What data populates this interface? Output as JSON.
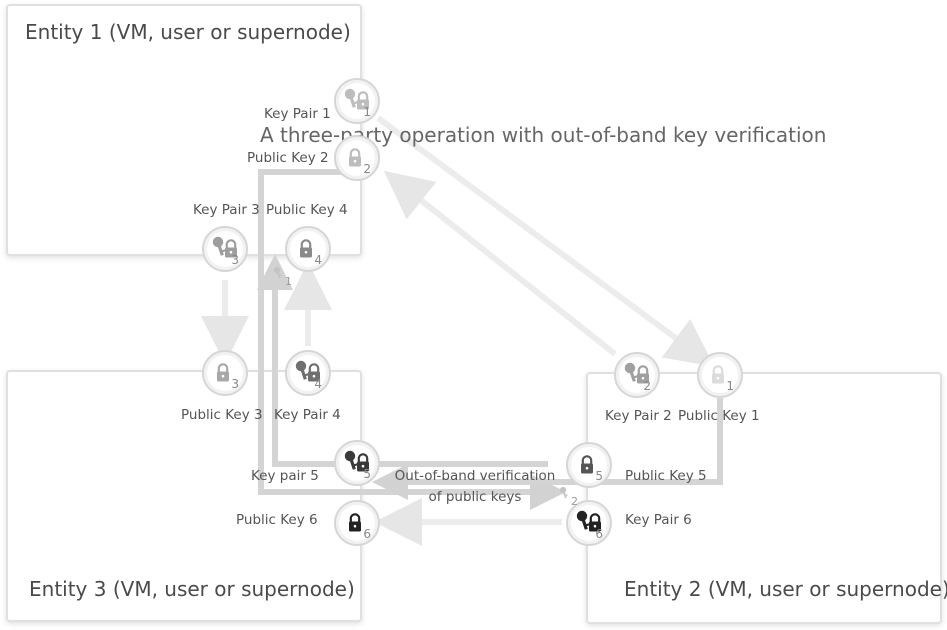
{
  "caption": "A three-party operation with out-of-band key verification",
  "entities": {
    "e1": "Entity 1 (VM, user or supernode)",
    "e2": "Entity 2 (VM, user or supernode)",
    "e3": "Entity 3 (VM, user or supernode)"
  },
  "labels": {
    "kp1": "Key Pair 1",
    "pk2_e1": "Public Key 2",
    "kp3": "Key Pair 3",
    "pk4_e1": "Public Key 4",
    "pk3_e3": "Public Key 3",
    "kp4": "Key Pair 4",
    "kp5": "Key pair 5",
    "pk6_e3": "Public Key 6",
    "kp2": "Key Pair 2",
    "pk1_e2": "Public Key 1",
    "pk5_e2": "Public Key 5",
    "kp6": "Key Pair 6"
  },
  "oob_note": {
    "line1": "Out-of-band verification",
    "line2": "of public keys"
  },
  "nodes": [
    {
      "id": "n-kp1",
      "kind": "keypair",
      "shade": "#bdbdbd",
      "num": "1"
    },
    {
      "id": "n-pk2",
      "kind": "lock",
      "shade": "#bdbdbd",
      "num": "2"
    },
    {
      "id": "n-kp3",
      "kind": "keypair",
      "shade": "#9e9e9e",
      "num": "3"
    },
    {
      "id": "n-pk4",
      "kind": "lock",
      "shade": "#8a8a8a",
      "num": "4"
    },
    {
      "id": "n-pk3",
      "kind": "lock",
      "shade": "#a8a8a8",
      "num": "3"
    },
    {
      "id": "n-kp4",
      "kind": "keypair",
      "shade": "#6f6f6f",
      "num": "4"
    },
    {
      "id": "n-kp5",
      "kind": "keypair",
      "shade": "#3a3a3a",
      "num": "5"
    },
    {
      "id": "n-pk6",
      "kind": "lock",
      "shade": "#222222",
      "num": "6"
    },
    {
      "id": "n-kp2",
      "kind": "keypair",
      "shade": "#a0a0a0",
      "num": "2"
    },
    {
      "id": "n-pk1",
      "kind": "lock",
      "shade": "#dcdcdc",
      "num": "1"
    },
    {
      "id": "n-pk5",
      "kind": "lock",
      "shade": "#555555",
      "num": "5"
    },
    {
      "id": "n-kp6",
      "kind": "keypair",
      "shade": "#222222",
      "num": "6"
    }
  ],
  "floating_keys": [
    {
      "id": "fk-1",
      "num": "1"
    },
    {
      "id": "fk-2",
      "num": "2"
    }
  ]
}
